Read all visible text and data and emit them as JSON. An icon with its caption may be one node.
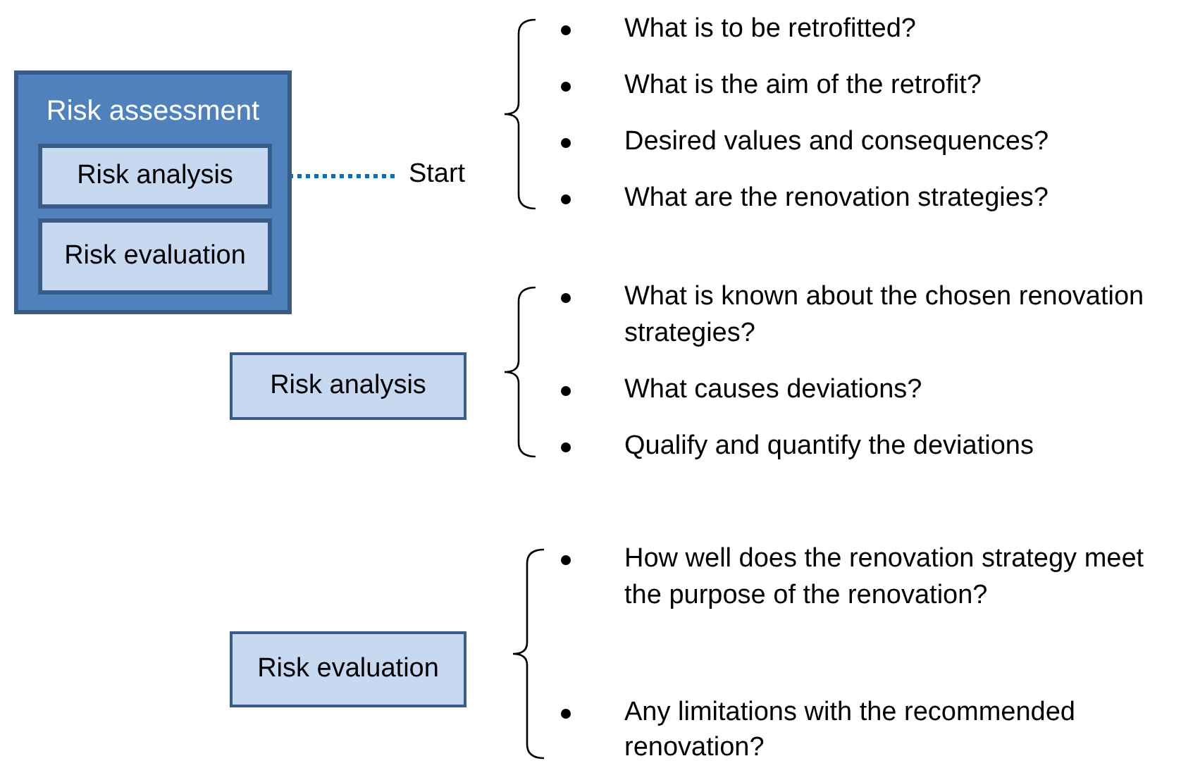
{
  "diagram": {
    "nodes": [
      {
        "text": [
          "Risk assessment"
        ]
      },
      {
        "text": [
          "Risk analysis"
        ],
        "in": 0
      },
      {
        "text": [
          "Risk evaluation"
        ],
        "in": 0
      },
      {
        "text": [
          "Start"
        ],
        "beside": [
          "What is to be retrofitted?",
          "What is the aim of the retrofit?",
          "Desired values and consequences?",
          "What are the renovation strategies?"
        ]
      },
      {
        "text": [
          "Risk analysis"
        ],
        "beside": [
          "What is known about the chosen renovation strategies?",
          "What causes deviations?",
          "Qualify and quantify the deviations"
        ]
      },
      {
        "text": [
          "Risk evaluation"
        ],
        "beside": [
          "How well does the renovation strategy meet the purpose of the renovation?",
          "Any limitations with the recommended renovation?"
        ]
      }
    ],
    "edges": [
      {
        "from": 1,
        "to": 3,
        "arrow": "none",
        "style": "dashed",
        "color": "#0070c0"
      }
    ]
  }
}
